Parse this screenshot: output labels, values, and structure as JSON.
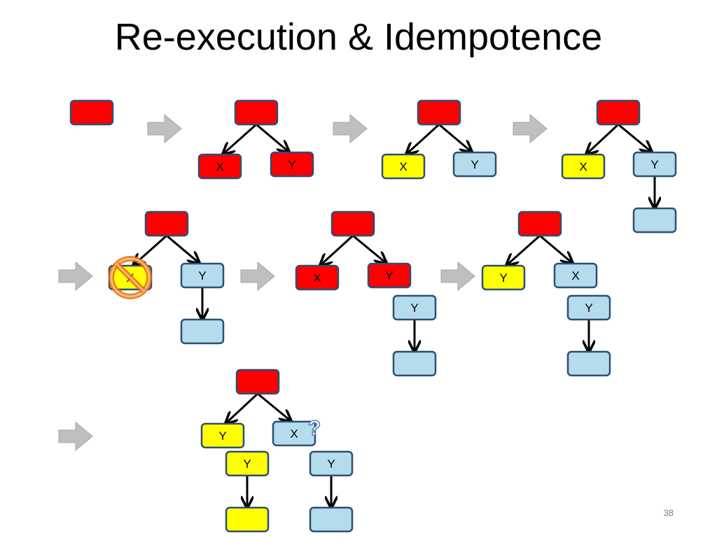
{
  "slide": {
    "title": "Re-execution & Idempotence",
    "number": "38"
  },
  "colors": {
    "red": "#ff0000",
    "yellow": "#ffff00",
    "light_blue": "#b4dcec",
    "node_border": "#2e4e74",
    "edge": "#000000",
    "step_arrow": "#bfbfbf",
    "question_mark": "#4f81bd",
    "cancel_mark": "#e46c0a"
  },
  "icons": {
    "step_arrow": "right-arrow-icon",
    "cancel_mark": "prohibited-icon",
    "question_mark": "question-mark-icon"
  },
  "steps": [
    {
      "id": "step-1",
      "nodes": [
        {
          "id": "a",
          "label": "",
          "color": "red"
        }
      ],
      "edges": []
    },
    {
      "id": "step-2",
      "nodes": [
        {
          "id": "p",
          "label": "",
          "color": "red"
        },
        {
          "id": "x",
          "label": "X",
          "color": "red"
        },
        {
          "id": "y",
          "label": "Y",
          "color": "red"
        }
      ],
      "edges": [
        [
          "p",
          "x"
        ],
        [
          "p",
          "y"
        ]
      ]
    },
    {
      "id": "step-3",
      "nodes": [
        {
          "id": "p",
          "label": "",
          "color": "red"
        },
        {
          "id": "x",
          "label": "X",
          "color": "yellow"
        },
        {
          "id": "y",
          "label": "Y",
          "color": "light_blue"
        }
      ],
      "edges": [
        [
          "p",
          "x"
        ],
        [
          "p",
          "y"
        ]
      ]
    },
    {
      "id": "step-4",
      "nodes": [
        {
          "id": "p",
          "label": "",
          "color": "red"
        },
        {
          "id": "x",
          "label": "X",
          "color": "yellow"
        },
        {
          "id": "y",
          "label": "Y",
          "color": "light_blue"
        },
        {
          "id": "c",
          "label": "",
          "color": "light_blue"
        }
      ],
      "edges": [
        [
          "p",
          "x"
        ],
        [
          "p",
          "y"
        ],
        [
          "y",
          "c"
        ]
      ]
    },
    {
      "id": "step-5",
      "nodes": [
        {
          "id": "p",
          "label": "",
          "color": "red"
        },
        {
          "id": "x",
          "label": "X",
          "color": "yellow",
          "cancelled": true
        },
        {
          "id": "y",
          "label": "Y",
          "color": "light_blue"
        },
        {
          "id": "c",
          "label": "",
          "color": "light_blue"
        }
      ],
      "edges": [
        [
          "p",
          "x"
        ],
        [
          "p",
          "y"
        ],
        [
          "y",
          "c"
        ]
      ]
    },
    {
      "id": "step-6",
      "nodes": [
        {
          "id": "p",
          "label": "",
          "color": "red"
        },
        {
          "id": "x",
          "label": "X",
          "color": "red"
        },
        {
          "id": "y",
          "label": "Y",
          "color": "red"
        },
        {
          "id": "y_old",
          "label": "Y",
          "color": "light_blue"
        },
        {
          "id": "c",
          "label": "",
          "color": "light_blue"
        }
      ],
      "edges": [
        [
          "p",
          "x"
        ],
        [
          "p",
          "y"
        ],
        [
          "y_old",
          "c"
        ]
      ]
    },
    {
      "id": "step-7",
      "nodes": [
        {
          "id": "p",
          "label": "",
          "color": "red"
        },
        {
          "id": "y_new",
          "label": "Y",
          "color": "yellow"
        },
        {
          "id": "x",
          "label": "X",
          "color": "light_blue"
        },
        {
          "id": "y_old",
          "label": "Y",
          "color": "light_blue"
        },
        {
          "id": "c",
          "label": "",
          "color": "light_blue"
        }
      ],
      "edges": [
        [
          "p",
          "y_new"
        ],
        [
          "p",
          "x"
        ],
        [
          "y_old",
          "c"
        ]
      ]
    },
    {
      "id": "step-8",
      "nodes": [
        {
          "id": "p",
          "label": "",
          "color": "red"
        },
        {
          "id": "y_new",
          "label": "Y",
          "color": "yellow"
        },
        {
          "id": "x",
          "label": "X",
          "color": "light_blue",
          "question": "?"
        },
        {
          "id": "y2",
          "label": "Y",
          "color": "yellow"
        },
        {
          "id": "c2",
          "label": "",
          "color": "yellow"
        },
        {
          "id": "y_old",
          "label": "Y",
          "color": "light_blue"
        },
        {
          "id": "c",
          "label": "",
          "color": "light_blue"
        }
      ],
      "edges": [
        [
          "p",
          "y_new"
        ],
        [
          "p",
          "x"
        ],
        [
          "y2",
          "c2"
        ],
        [
          "y_old",
          "c"
        ]
      ]
    }
  ]
}
